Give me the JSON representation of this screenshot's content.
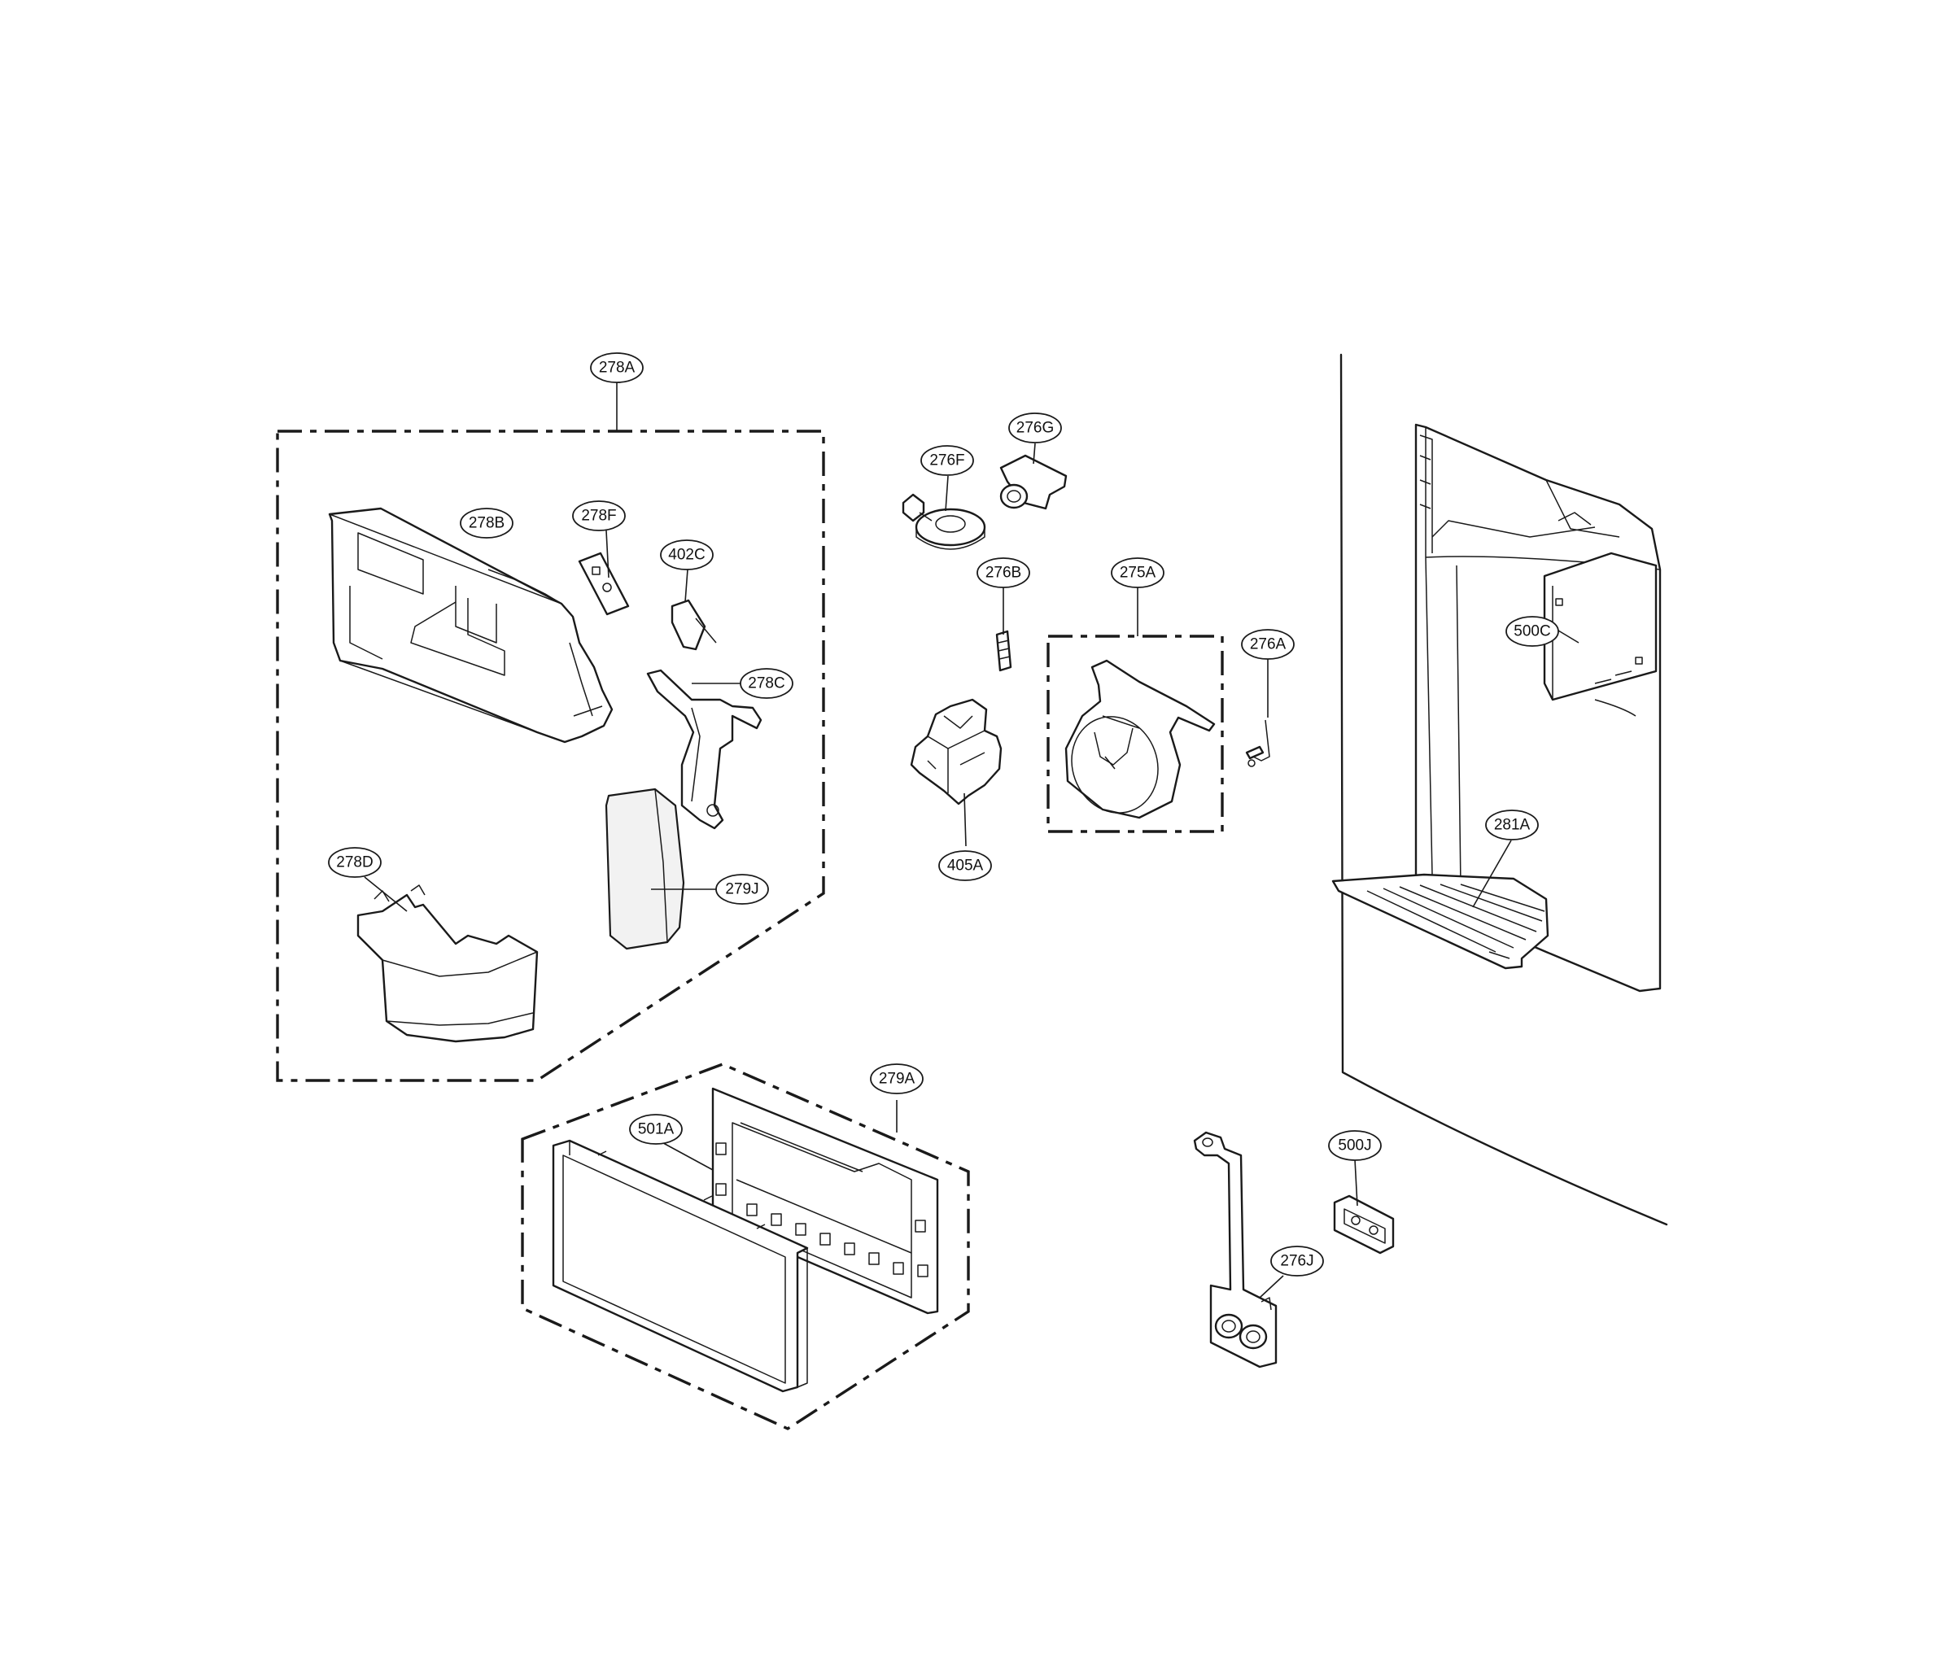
{
  "callouts": {
    "c278A": "278A",
    "c278B": "278B",
    "c278F": "278F",
    "c402C": "402C",
    "c278C": "278C",
    "c278D": "278D",
    "c279J": "279J",
    "c276F": "276F",
    "c276G": "276G",
    "c276B": "276B",
    "c275A": "275A",
    "c276A": "276A",
    "c405A": "405A",
    "c500C": "500C",
    "c281A": "281A",
    "c279A": "279A",
    "c501A": "501A",
    "c500J": "500J",
    "c276J": "276J"
  }
}
